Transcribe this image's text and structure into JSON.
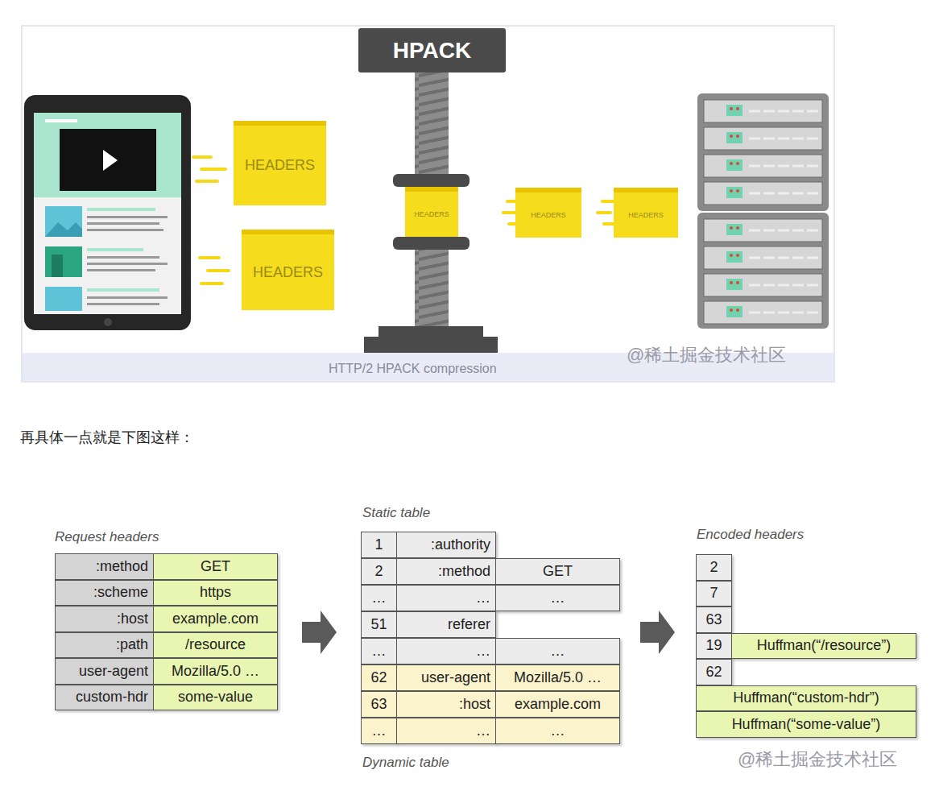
{
  "diagram": {
    "caption": "HTTP/2 HPACK compression",
    "nodes": [
      {
        "text": [
          "HPACK"
        ]
      },
      {
        "text": [
          "HEADERS"
        ]
      },
      {
        "text": [
          "HEADERS"
        ]
      },
      {
        "text": [
          "HEADERS"
        ]
      },
      {
        "text": [
          "HEADERS"
        ]
      },
      {
        "text": [
          "HEADERS"
        ]
      }
    ],
    "labels": [
      "@稀土掘金技术社区",
      "再具体一点就是下图这样：",
      "Request headers",
      ":method",
      "GET",
      ":scheme",
      "https",
      ":host",
      "example.com",
      ":path",
      "/resource",
      "user-agent",
      "Mozilla/5.0 …",
      "custom-hdr",
      "some-value",
      "Static table",
      "1",
      ":authority",
      "2",
      ":method",
      "GET",
      "…",
      "…",
      "…",
      "51",
      "referer",
      "…",
      "…",
      "…",
      "62",
      "user-agent",
      "Mozilla/5.0 …",
      "63",
      ":host",
      "example.com",
      "…",
      "…",
      "…",
      "Dynamic table",
      "Encoded headers",
      "2",
      "7",
      "63",
      "19",
      "Huffman(“/resource”)",
      "62",
      "Huffman(“custom-hdr”)",
      "Huffman(“some-value”)",
      "@稀土掘金技术社区"
    ]
  }
}
